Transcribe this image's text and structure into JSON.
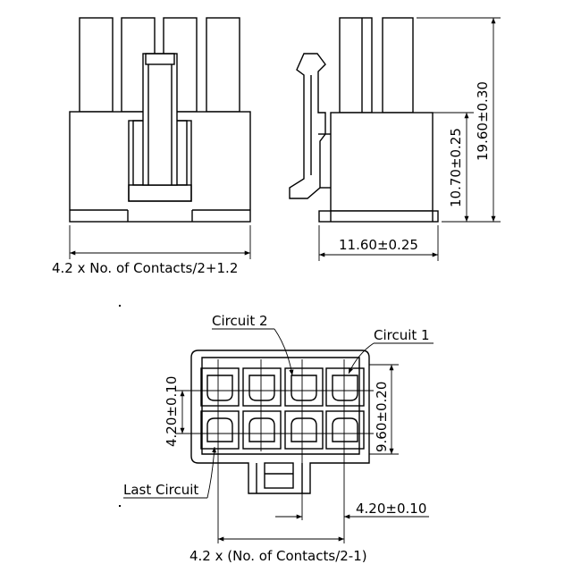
{
  "dimensions": {
    "front_width": "4.2 x No. of Contacts/2+1.2",
    "side_width": "11.60±0.25",
    "side_mid_height": "10.70±0.25",
    "side_total_height": "19.60±0.30",
    "bottom_row_pitch": "4.20±0.10",
    "bottom_height": "9.60±0.20",
    "bottom_col_pitch": "4.20±0.10",
    "bottom_span": "4.2 x (No. of Contacts/2-1)"
  },
  "labels": {
    "circuit2": "Circuit 2",
    "circuit1": "Circuit 1",
    "last_circuit": "Last Circuit"
  }
}
